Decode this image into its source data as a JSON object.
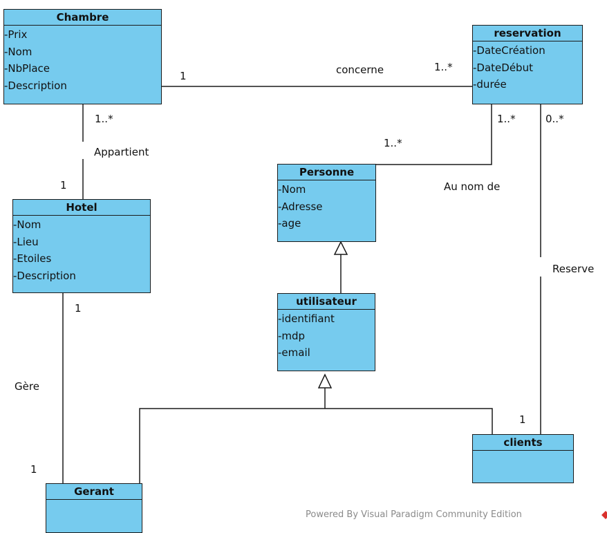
{
  "classes": {
    "chambre": {
      "name": "Chambre",
      "attributes": [
        "-Prix",
        "-Nom",
        "-NbPlace",
        "-Description"
      ]
    },
    "reservation": {
      "name": "reservation",
      "attributes": [
        "-DateCréation",
        "-DateDébut",
        "-durée"
      ]
    },
    "personne": {
      "name": "Personne",
      "attributes": [
        "-Nom",
        "-Adresse",
        "-age"
      ]
    },
    "hotel": {
      "name": "Hotel",
      "attributes": [
        "-Nom",
        "-Lieu",
        "-Etoiles",
        "-Description"
      ]
    },
    "utilisateur": {
      "name": "utilisateur",
      "attributes": [
        "-identifiant",
        "-mdp",
        "-email"
      ]
    },
    "clients": {
      "name": "clients",
      "attributes": []
    },
    "gerant": {
      "name": "Gerant",
      "attributes": []
    }
  },
  "associations": {
    "concerne": {
      "name": "concerne",
      "mult_chambre": "1",
      "mult_reservation": "1..*"
    },
    "appartient": {
      "name": "Appartient",
      "mult_chambre": "1..*",
      "mult_hotel": "1"
    },
    "au_nom_de": {
      "name": "Au nom de",
      "mult_personne": "1..*",
      "mult_reservation": "1..*"
    },
    "reserve": {
      "name": "Reserve",
      "mult_reservation": "0..*",
      "mult_clients": "1"
    },
    "gere": {
      "name": "Gère",
      "mult_hotel": "1",
      "mult_gerant": "1"
    }
  },
  "footer": "Powered By Visual Paradigm Community Edition",
  "colors": {
    "class_fill": "#76cbee",
    "line": "#1a1a1a",
    "footer_text": "#8a8a8a",
    "logo": "#d9302c"
  }
}
